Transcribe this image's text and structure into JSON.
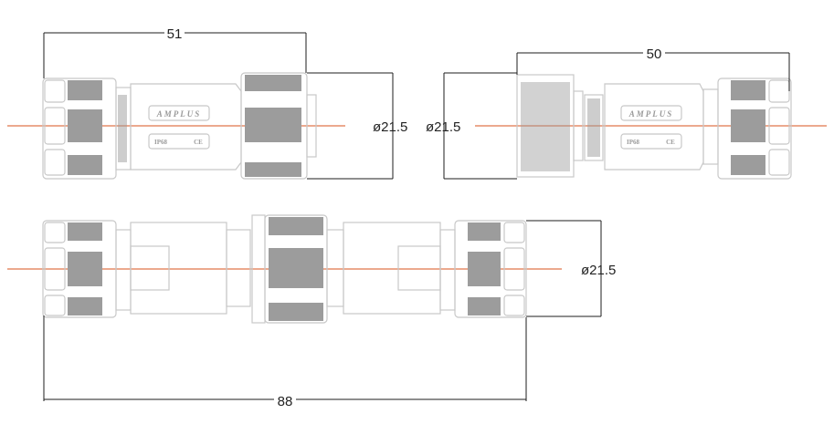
{
  "diagram": {
    "dimensions": {
      "top_left_length": "51",
      "top_left_diameter": "ø21.5",
      "top_right_diameter": "ø21.5",
      "top_right_length": "50",
      "bottom_diameter": "ø21.5",
      "bottom_length": "88"
    },
    "brand_marking": "AMPLUS",
    "rating_marking": "IP68",
    "cert_marking": "CE",
    "colors": {
      "centerline": "#d9531e",
      "dimension_line": "#1e1e1e",
      "part_outline": "#c8c8c8",
      "knurl_fill": "#9c9c9c"
    }
  }
}
